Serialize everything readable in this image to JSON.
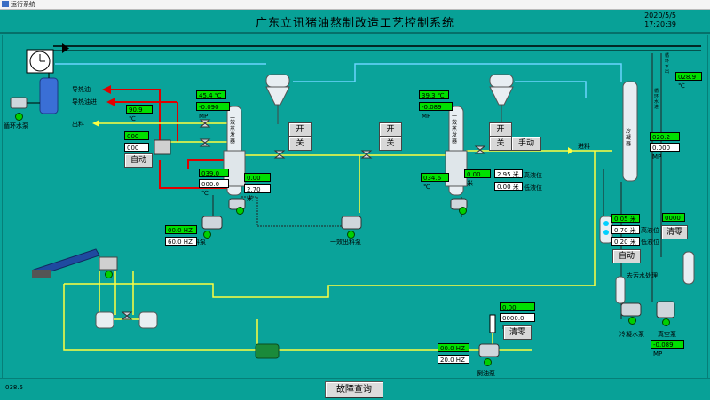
{
  "window": {
    "title": "运行系统"
  },
  "header": {
    "title": "广东立讯猪油熬制改造工艺控制系统",
    "date": "2020/5/5",
    "time": "17:20:39"
  },
  "labels": {
    "hot_oil_out": "导热油",
    "hot_oil_in": "导热油进",
    "discharge": "出料",
    "circ_pump": "循环水泵",
    "feed": "进料",
    "pump2": "二效出料泵",
    "pump1": "一效出料泵",
    "high_level_2": "高液位",
    "low_level_2": "低液位",
    "high_level_c": "高液位",
    "low_level_c": "低液位",
    "sewage": "去污水处理",
    "cond_pump": "冷凝水泵",
    "vac_pump": "真空泵",
    "oil_pump": "倒油泵",
    "evap2": "二效蒸发器",
    "evap1": "一效蒸发器",
    "condenser": "冷凝器",
    "circ_out": "循环水出",
    "circ_in": "循环水进"
  },
  "values": {
    "temp_hot_oil": "90.9 ℃",
    "valve_sp": "000",
    "valve_pv": "000",
    "temp_e2_top": "45.4 ℃",
    "pres_e2": "-0.090 MP",
    "temp_e2_mid": "039.0 ℃",
    "e2_val": "000.0 ℃",
    "level_e2_a": "0.00 米",
    "level_e2_b": "2.70 米",
    "temp_e1_top": "39.3 ℃",
    "pres_e1": "-0.089 MP",
    "temp_e1_mid": "034.6 ℃",
    "level_e1": "0.00 米",
    "high_e1": "2.95 米",
    "low_e1": "0.00 米",
    "temp_cond": "028.9 ℃",
    "temp_cond2": "020.2 ℃",
    "pres_cond": "0.000 MP",
    "level_c": "0.05 米",
    "high_c": "0.70 米",
    "low_c": "0.20 米",
    "counter": "0000",
    "pump2_hz_a": "00.0 HZ",
    "pump2_hz_b": "60.0 HZ",
    "flow_rate": "0.00 m3/H",
    "flow_total": "0000.0 m3",
    "oil_hz_a": "00.0 HZ",
    "oil_hz_b": "20.0 HZ",
    "vac_pres": "-0.089 MP",
    "footer_left": "038.5"
  },
  "buttons": {
    "open": "开",
    "close": "关",
    "auto": "自动",
    "manual": "手动",
    "reset": "清零",
    "fault": "故障查询"
  }
}
